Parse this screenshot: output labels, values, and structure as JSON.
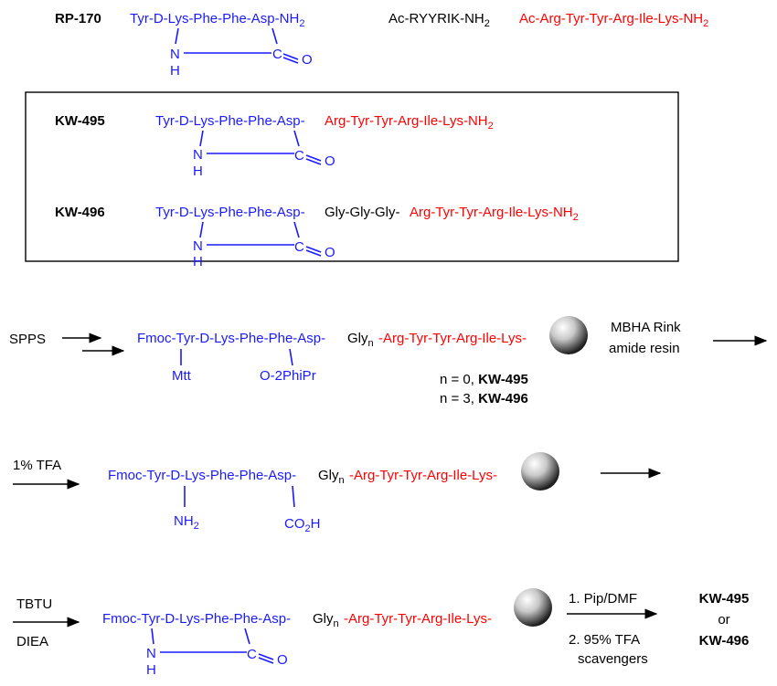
{
  "rp170": {
    "label": "RP-170",
    "seq": "Tyr-D-Lys-Phe-Phe-Asp-NH",
    "seq_sub": "2",
    "n": "N",
    "h": "H",
    "c": "C",
    "o": "O"
  },
  "ac_short": {
    "text": "Ac-RYYRIK-NH",
    "sub": "2"
  },
  "ac_long": {
    "text": "Ac-Arg-Tyr-Tyr-Arg-Ile-Lys-NH",
    "sub": "2"
  },
  "kw495": {
    "label": "KW-495",
    "blue": "Tyr-D-Lys-Phe-Phe-Asp-",
    "red": "Arg-Tyr-Tyr-Arg-Ile-Lys-NH",
    "sub": "2",
    "n": "N",
    "h": "H",
    "c": "C",
    "o": "O"
  },
  "kw496": {
    "label": "KW-496",
    "blue": "Tyr-D-Lys-Phe-Phe-Asp-",
    "black": "Gly-Gly-Gly-",
    "red": "Arg-Tyr-Tyr-Arg-Ile-Lys-NH",
    "sub": "2",
    "n": "N",
    "h": "H",
    "c": "C",
    "o": "O"
  },
  "step1": {
    "reagent": "SPPS",
    "seq_blue": "Fmoc-Tyr-D-Lys-Phe-Phe-Asp-",
    "gly": "Gly",
    "gly_sub": "n",
    "seq_red": "-Arg-Tyr-Tyr-Arg-Ile-Lys-",
    "mtt": "Mtt",
    "opp": "O-2PhiPr",
    "resin_line1": "MBHA Rink",
    "resin_line2": "amide resin",
    "n0_prefix": "n = 0, ",
    "n0_name": "KW-495",
    "n3_prefix": "n = 3, ",
    "n3_name": "KW-496"
  },
  "step2": {
    "reagent": "1% TFA",
    "seq_blue": "Fmoc-Tyr-D-Lys-Phe-Phe-Asp-",
    "gly": "Gly",
    "gly_sub": "n",
    "seq_red": "-Arg-Tyr-Tyr-Arg-Ile-Lys-",
    "nh2": "NH",
    "nh2_sub": "2",
    "co2h_a": "CO",
    "co2h_sub": "2",
    "co2h_b": "H"
  },
  "step3": {
    "reagent_top": "TBTU",
    "reagent_bottom": "DIEA",
    "seq_blue": "Fmoc-Tyr-D-Lys-Phe-Phe-Asp-",
    "gly": "Gly",
    "gly_sub": "n",
    "seq_red": "-Arg-Tyr-Tyr-Arg-Ile-Lys-",
    "n": "N",
    "h": "H",
    "c": "C",
    "o": "O",
    "cond_top": "1. Pip/DMF",
    "cond_bottom1": "2. 95% TFA",
    "cond_bottom2": "scavengers",
    "product1": "KW-495",
    "or": "or",
    "product2": "KW-496"
  },
  "colors": {
    "blue": "#1a1aff",
    "red": "#ff0000",
    "black": "#000000"
  }
}
